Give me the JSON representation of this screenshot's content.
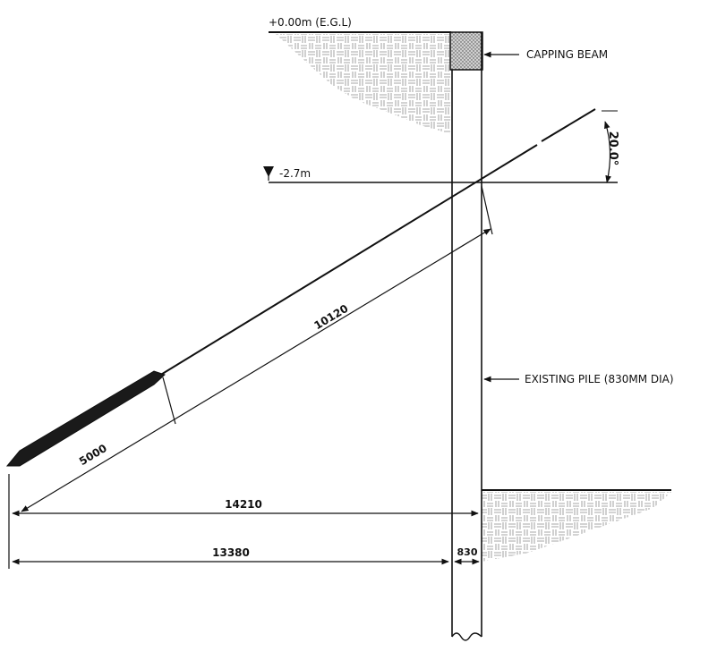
{
  "labels": {
    "egl": "+0.00m (E.G.L)",
    "water_level": "-2.7m",
    "capping_beam": "CAPPING BEAM",
    "existing_pile": "EXISTING  PILE (830MM DIA)",
    "angle": "20.0°"
  },
  "dimensions": {
    "anchor_free_length": "10120",
    "anchor_bond_length": "5000",
    "horizontal_total": "14210",
    "horizontal_to_pile": "13380",
    "pile_diameter": "830"
  },
  "colors": {
    "line": "#111111",
    "hatch": "#8a8a8a",
    "capping_fill": "#d8d8d8",
    "bond_fill": "#1a1a1a"
  }
}
